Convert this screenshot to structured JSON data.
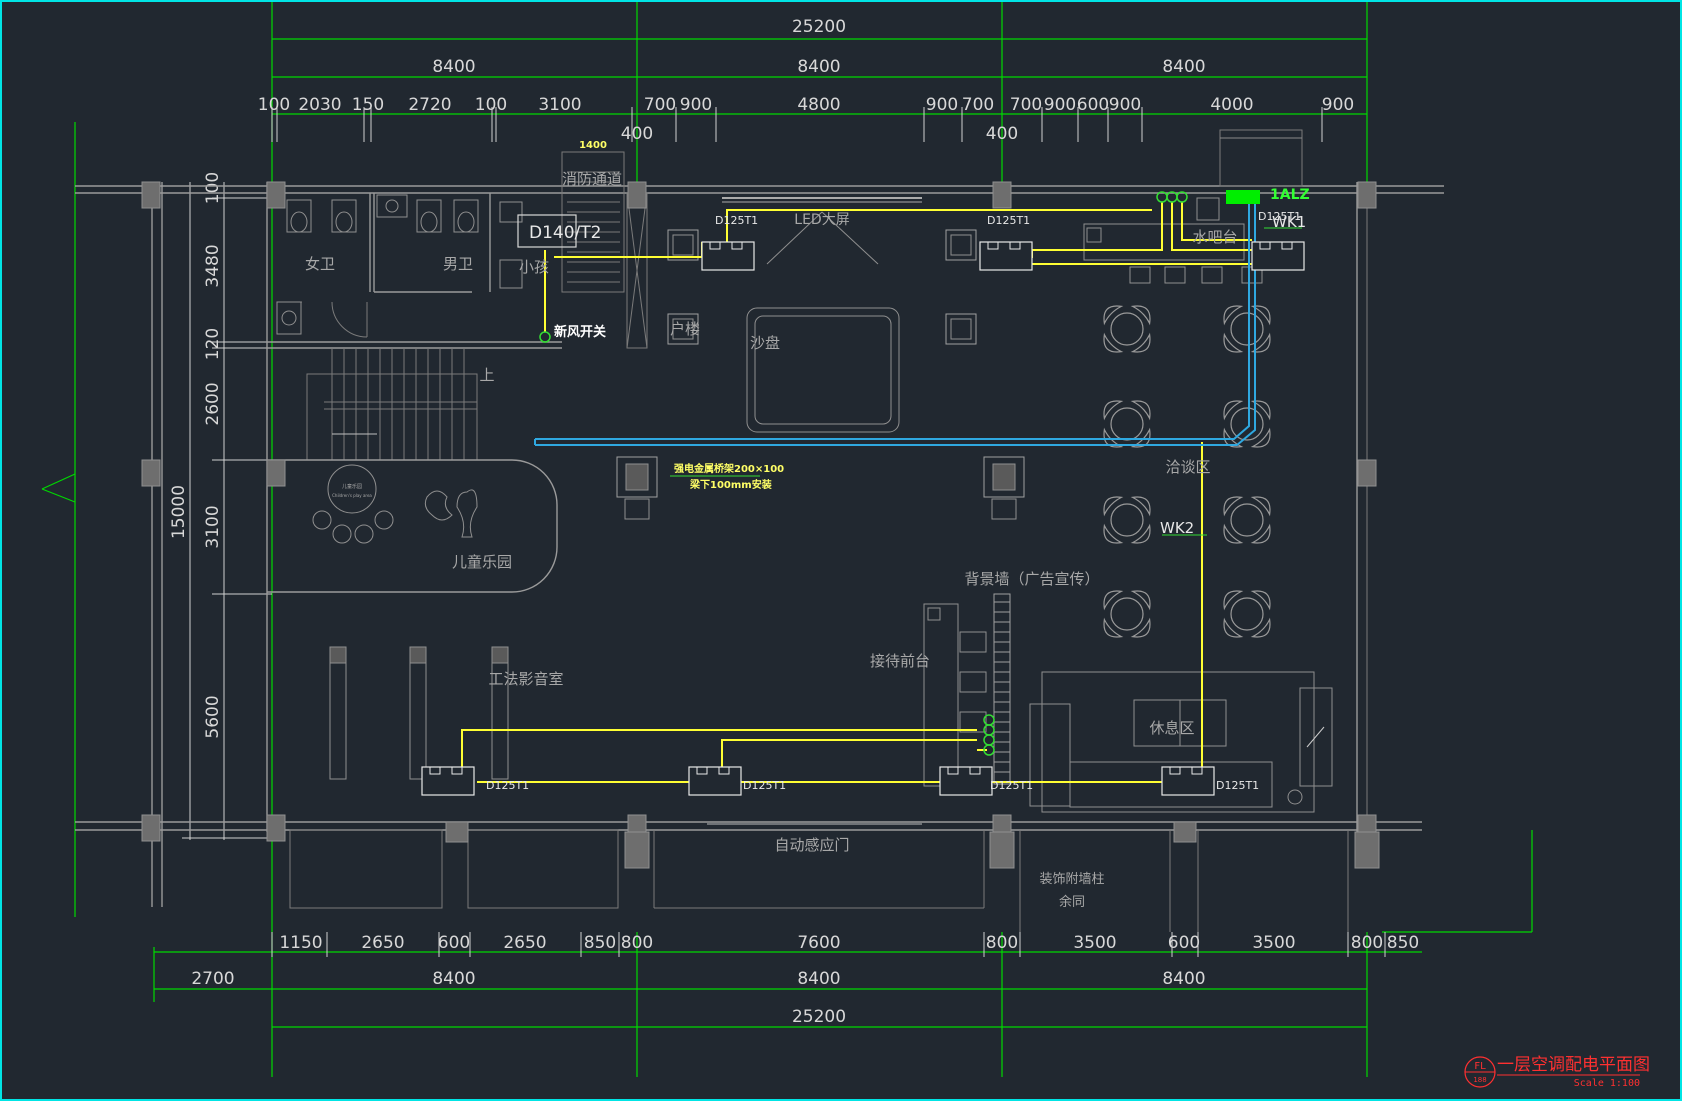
{
  "drawing": {
    "title": "一层空调配电平面图",
    "scale": "Scale 1:100",
    "stamp_letters": "FL",
    "stamp_sub": "188"
  },
  "dims_top": {
    "total": "25200",
    "bays": [
      "8400",
      "8400",
      "8400"
    ],
    "detail": [
      "100",
      "2030",
      "150",
      "2720",
      "100",
      "3100",
      "700",
      "900",
      "4800",
      "900",
      "700",
      "700",
      "900",
      "600",
      "900",
      "4000",
      "900"
    ],
    "sub": [
      "400",
      "400"
    ]
  },
  "dims_bottom": {
    "total": "25200",
    "bays": [
      "2700",
      "8400",
      "8400",
      "8400"
    ],
    "detail": [
      "1150",
      "2650",
      "600",
      "2650",
      "850",
      "800",
      "7600",
      "800",
      "3500",
      "600",
      "3500",
      "800",
      "850"
    ]
  },
  "dims_left": {
    "total": "15000",
    "detail": [
      "100",
      "3480",
      "120",
      "2600",
      "3100",
      "5600"
    ]
  },
  "rooms": {
    "women_wc": "女卫",
    "men_wc": "男卫",
    "kids_wc": "小孩",
    "fire_passage": "消防通道",
    "led_screen": "LED大屏",
    "bar": "水吧台",
    "sand_table": "沙盘",
    "door_model": "户楼",
    "stair_up": "上",
    "negotiation": "洽谈区",
    "kids_park": "儿童乐园",
    "background_wall": "背景墙（广告宣传）",
    "reception": "接待前台",
    "theater": "工法影音室",
    "rest_area": "休息区",
    "auto_door": "自动感应门",
    "deco_column": "装饰附墙柱",
    "same_as": "余同",
    "kids_logo": "儿童乐园",
    "kids_logo_en": "Children's play area"
  },
  "labels": {
    "box_d140": "D140/T2",
    "fresh_air_switch": "新风开关",
    "panel_1alz": "1ALZ",
    "wk1": "WK1",
    "wk2": "WK2",
    "tray_line1": "强电金属桥架200×100",
    "tray_line2": "梁下100mm安装",
    "dim_1400": "1400",
    "units": [
      "D125T1",
      "D125T1",
      "D125T1",
      "D125T1",
      "D125T1",
      "D125T1",
      "D125T1"
    ]
  },
  "colors": {
    "background": "#212830",
    "border": "#00e5e5",
    "grid_line": "#00d800",
    "cable": "#ffff33",
    "tray": "#2fa8e0",
    "panel": "#00ee00",
    "title": "#ff3030"
  }
}
